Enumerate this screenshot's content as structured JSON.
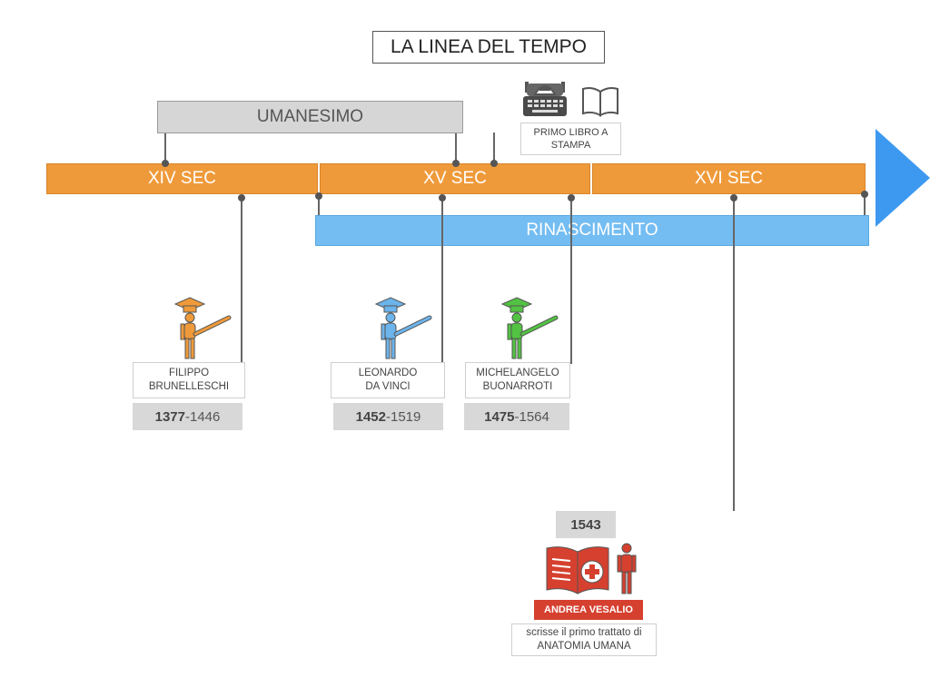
{
  "title": "LA LINEA DEL TEMPO",
  "periods": {
    "umanesimo": "UMANESIMO",
    "rinascimento": "RINASCIMENTO"
  },
  "centuries": [
    "XIV SEC",
    "XV SEC",
    "XVI SEC"
  ],
  "printing": {
    "label": "PRIMO LIBRO A\nSTAMPA",
    "icons": [
      "typewriter-icon",
      "open-book-icon"
    ]
  },
  "people": [
    {
      "name": "FILIPPO\nBRUNELLESCHI",
      "birth": "1377",
      "death": "-1446",
      "color": "#ef9a3a"
    },
    {
      "name": "LEONARDO\nDA VINCI",
      "birth": "1452",
      "death": "-1519",
      "color": "#6cb4ec"
    },
    {
      "name": "MICHELANGELO\nBUONARROTI",
      "birth": "1475",
      "death": "-1564",
      "color": "#52c242"
    }
  ],
  "vesalio": {
    "year": "1543",
    "name": "ANDREA VESALIO",
    "description": "scrisse il primo trattato di\nANATOMIA UMANA",
    "color": "#d6402f"
  },
  "colors": {
    "century_bar": "#ef9a3a",
    "rinascimento": "#74bdf2",
    "arrow": "#3d99f0",
    "umanesimo": "#d6d6d6"
  }
}
